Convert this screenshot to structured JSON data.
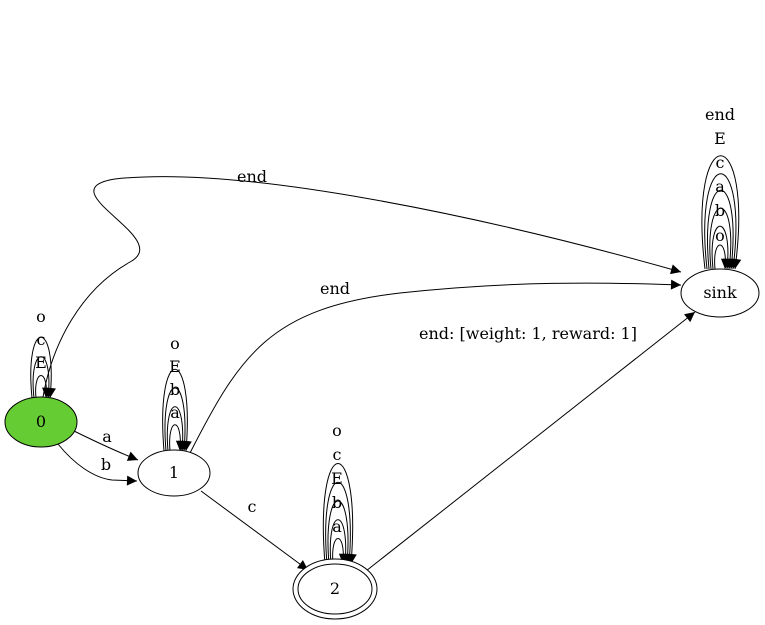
{
  "colors": {
    "initial_fill": "#66cc33",
    "default_fill": "#ffffff",
    "stroke": "#000000"
  },
  "nodes": [
    {
      "id": "0",
      "label": "0",
      "initial": true,
      "accepting": false
    },
    {
      "id": "1",
      "label": "1",
      "initial": false,
      "accepting": false
    },
    {
      "id": "2",
      "label": "2",
      "initial": false,
      "accepting": true
    },
    {
      "id": "sink",
      "label": "sink",
      "initial": false,
      "accepting": false
    }
  ],
  "edges": [
    {
      "id": "e0",
      "from": "0",
      "to": "1",
      "label": "a"
    },
    {
      "id": "e1",
      "from": "0",
      "to": "1",
      "label": "b"
    },
    {
      "id": "e2",
      "from": "0",
      "to": "sink",
      "label": "end"
    },
    {
      "id": "e3",
      "from": "1",
      "to": "2",
      "label": "c"
    },
    {
      "id": "e4",
      "from": "1",
      "to": "sink",
      "label": "end"
    },
    {
      "id": "e5",
      "from": "2",
      "to": "sink",
      "label": "end: [weight: 1, reward: 1]"
    }
  ],
  "self_loops": [
    {
      "node": "0",
      "labels": [
        "E",
        "c",
        "o"
      ]
    },
    {
      "node": "1",
      "labels": [
        "a",
        "b",
        "E",
        "o"
      ]
    },
    {
      "node": "2",
      "labels": [
        "a",
        "b",
        "E",
        "c",
        "o"
      ]
    },
    {
      "node": "sink",
      "labels": [
        "o",
        "b",
        "a",
        "c",
        "E",
        "end"
      ]
    }
  ]
}
